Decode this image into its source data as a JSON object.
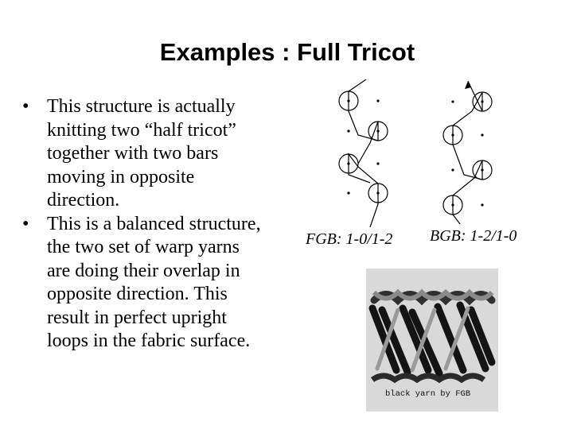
{
  "slide": {
    "title": "Examples : Full Tricot",
    "bullets": [
      {
        "lines": [
          "This structure is actually",
          "knitting two “half tricot”",
          "together with two bars",
          "moving in opposite",
          "direction."
        ]
      },
      {
        "lines": [
          "This is a balanced structure,",
          "the two set of warp yarns",
          "are doing their overlap in",
          "opposite direction. This",
          "result in perfect upright",
          "loops in the fabric surface."
        ]
      }
    ],
    "bullet_symbol": "•",
    "fgb_label": "FGB: 1-0/1-2",
    "bgb_label": "BGB: 1-2/1-0",
    "photo_caption": "black yarn by FGB"
  },
  "colors": {
    "background": "#ffffff",
    "text": "#000000",
    "photo_bg": "#d9d9d9"
  }
}
